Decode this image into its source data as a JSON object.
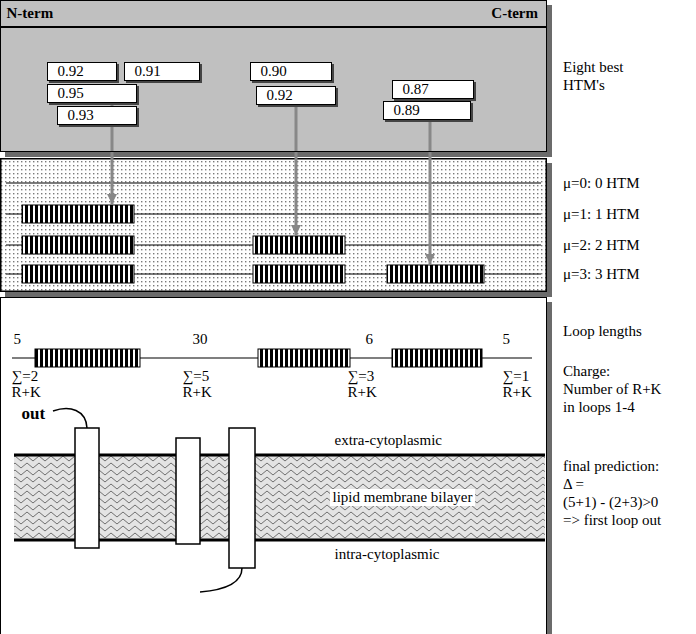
{
  "diagram": {
    "nodes": [
      {
        "text": [
          "N-term",
          "C-term"
        ]
      },
      {
        "text": [
          "0.92"
        ],
        "in": 0
      },
      {
        "text": [
          "0.91"
        ],
        "in": 0
      },
      {
        "text": [
          "0.90"
        ],
        "in": 0
      },
      {
        "text": [
          "0.87"
        ],
        "in": 0
      },
      {
        "text": [
          "0.95"
        ],
        "in": 0
      },
      {
        "text": [
          "0.92"
        ],
        "in": 0
      },
      {
        "text": [
          "0.89"
        ],
        "in": 0
      },
      {
        "text": [
          "0.93"
        ],
        "in": 0
      },
      {
        "text": [
          "5",
          "30",
          "6",
          "5",
          "∑=2",
          "R+K",
          "∑=5",
          "R+K",
          "∑=3",
          "R+K",
          "∑=1",
          "R+K",
          "out",
          "extra-cytoplasmic",
          "lipid membrane bilayer",
          "intra-cytoplasmic"
        ]
      }
    ],
    "labels": [
      "Eight best HTM's",
      "μ=0: 0 HTM",
      "μ=1: 1 HTM",
      "μ=2: 2 HTM",
      "μ=3: 3 HTM",
      "Loop lengths",
      "Charge:",
      "Number of R+K in loops 1-4",
      "final prediction:",
      "Δ =",
      "(5+1) - (2+3)>0",
      "=> first loop out"
    ]
  }
}
